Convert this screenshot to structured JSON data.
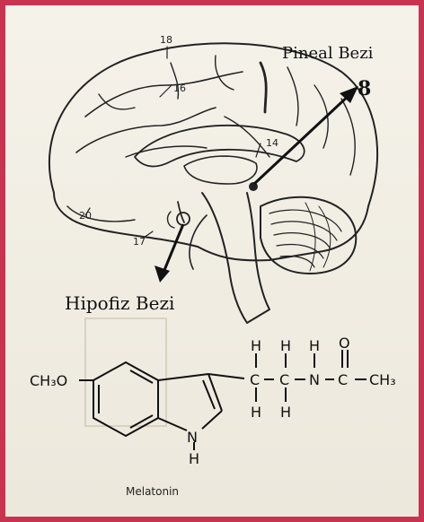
{
  "labels": {
    "pineal": "Pineal Bezi",
    "hypophysis": "Hipofiz Bezi",
    "molecule_caption": "Melatonin",
    "glyph": "8"
  },
  "numbers": {
    "n18": "18",
    "n16": "16",
    "n14": "14",
    "n20": "20",
    "n17": "17"
  },
  "formula": {
    "ch3o": "CH₃O",
    "nh": "N",
    "h_ring": "H",
    "chain_c1": "C",
    "chain_c2": "C",
    "chain_n": "N",
    "chain_c3": "C",
    "chain_ch3": "CH₃",
    "o": "O",
    "h": "H"
  },
  "colors": {
    "frame": "#c8344f",
    "ink": "#1c1c1c",
    "paper": "#f3f0e7"
  }
}
